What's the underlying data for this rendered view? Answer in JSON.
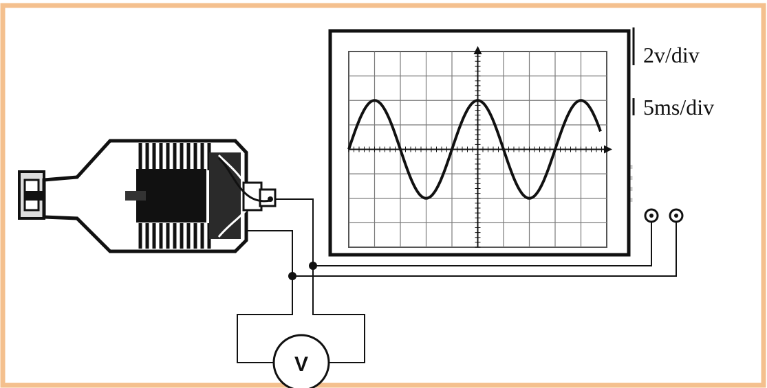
{
  "oscilloscope": {
    "volts_per_div": "2v/div",
    "time_per_div": "5ms/div",
    "grid": {
      "columns": 10,
      "rows": 8
    },
    "signal": {
      "type": "sine",
      "amplitude_divisions": 2,
      "period_divisions": 4,
      "phase": "starts at zero going up"
    }
  },
  "voltmeter": {
    "label": "V"
  },
  "colors": {
    "border": "#f4c08e",
    "ink": "#111111",
    "grid": "#7a7a7a"
  },
  "icons": {
    "device": "alternator-cross-section-icon",
    "terminals": "input-terminal-icon"
  }
}
